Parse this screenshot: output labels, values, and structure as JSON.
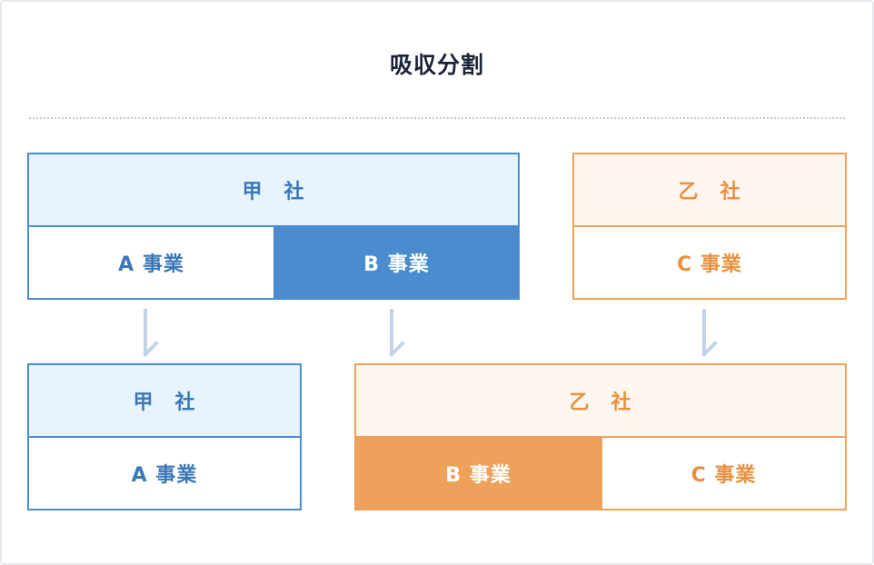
{
  "title": "吸収分割",
  "before": {
    "kou": {
      "name": "甲　社",
      "businesses": [
        "A 事業",
        "B 事業"
      ]
    },
    "otsu": {
      "name": "乙　社",
      "businesses": [
        "C 事業"
      ]
    }
  },
  "after": {
    "kou": {
      "name": "甲　社",
      "businesses": [
        "A 事業"
      ]
    },
    "otsu": {
      "name": "乙　社",
      "businesses": [
        "B 事業",
        "C 事業"
      ]
    }
  },
  "colors": {
    "blue_border": "#4a8ccd",
    "blue_text": "#3a78b8",
    "blue_header_bg": "#e8f4fd",
    "orange_border": "#eda15a",
    "orange_text": "#e8913f",
    "orange_header_bg": "#fff6f0",
    "arrow": "#c5d3ea"
  }
}
